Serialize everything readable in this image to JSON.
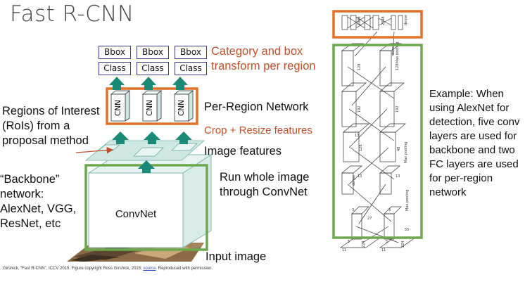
{
  "slide": {
    "title": "Fast R-CNN",
    "bbox_labels": [
      "Bbox",
      "Bbox",
      "Bbox"
    ],
    "class_labels": [
      "Class",
      "Class",
      "Class"
    ],
    "cnn_labels": [
      "CNN",
      "CNN",
      "CNN"
    ],
    "category_label": "Category and box transform per region",
    "per_region_label": "Per-Region Network",
    "crop_label": "Crop + Resize features",
    "image_features_label": "Image features",
    "run_label": "Run whole image through ConvNet",
    "convnet_label": "ConvNet",
    "input_label": "Input image",
    "rois_label": "Regions of Interest (RoIs) from a proposal method",
    "backbone_label": "“Backbone” network: AlexNet, VGG, ResNet, etc",
    "example_label": "Example: When using AlexNet for detection, five conv layers are used for backbone and two FC layers are used for per-region network",
    "citation_text": "Girshick, “Fast R-CNN”, ICCV 2015. Figure copyright Ross Girshick, 2015;",
    "citation_link": "source",
    "citation_end": ". Reproduced with permission.",
    "alexnet_labels": [
      "Max pooling",
      "Max pooling",
      "Max pooling",
      "dense",
      "dense",
      "dense",
      "2048",
      "2048",
      "192",
      "128",
      "48",
      "128",
      "192",
      "128",
      "55",
      "27",
      "13",
      "13",
      "13",
      "224",
      "224",
      "5",
      "5",
      "3",
      "3",
      "11",
      "11"
    ]
  },
  "colors": {
    "orange": "#e0702a",
    "green": "#6da84f",
    "teal": "#1a8a78",
    "red_text": "#c0502a",
    "box_border": "#3a3a8a"
  },
  "icons": {
    "up_arrow": "teal-up-arrow",
    "red_pointer": "red-pointer-arrow"
  }
}
